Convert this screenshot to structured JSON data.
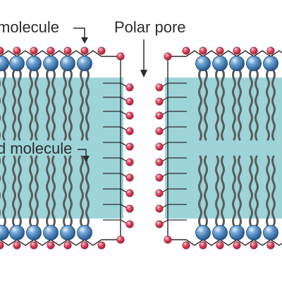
{
  "labels": {
    "top_molecule": "molecule",
    "polar_pore": "Polar pore",
    "middle_molecule": "d molecule"
  },
  "colors": {
    "background": "#ffffff",
    "hydrophobic_core": "#9dd4d8",
    "lipid_head": "#2f6fae",
    "lipid_tail": "#5a5a5a",
    "polar_group": "#d2334f",
    "frame_line": "#2b2b2b"
  }
}
